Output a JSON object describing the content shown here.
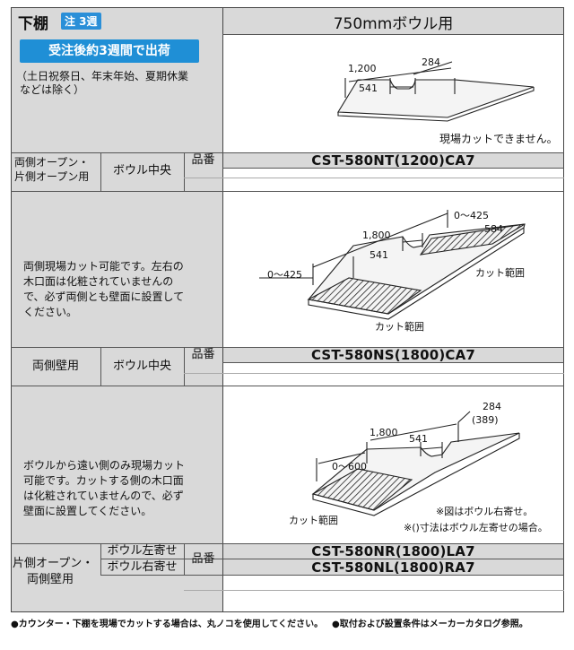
{
  "header": {
    "title": "下棚",
    "badge": "注 3週",
    "column_title": "750mmボウル用"
  },
  "lead_time": {
    "label": "受注後約3週間で出荷",
    "note_lines": [
      "（土日祝祭日、年末年始、夏期休業",
      "などは除く）"
    ]
  },
  "sections": [
    {
      "desc_lines": [],
      "diagram": {
        "dims": [
          "1,200",
          "284",
          "541"
        ],
        "note": "現場カットできません。"
      },
      "row": {
        "type_lines": [
          "両側オープン・",
          "片側オープン用"
        ],
        "position": "ボウル中央",
        "hinban": "品番",
        "code": "CST-580NT(1200)CA7"
      }
    },
    {
      "desc_lines": [
        "両側現場カット可能です。左右の",
        "木口面は化粧されていませんの",
        "で、必ず両側とも壁面に設置して",
        "ください。"
      ],
      "diagram": {
        "dims": [
          "0～425",
          "1,800",
          "584",
          "541",
          "0～425"
        ],
        "labels": [
          "カット範囲",
          "カット範囲"
        ]
      },
      "row": {
        "type_lines": [
          "両側壁用"
        ],
        "position": "ボウル中央",
        "hinban": "品番",
        "code": "CST-580NS(1800)CA7"
      }
    },
    {
      "desc_lines": [
        "ボウルから遠い側のみ現場カット",
        "可能です。カットする側の木口面",
        "は化粧されていませんので、必ず",
        "壁面に設置してください。"
      ],
      "diagram": {
        "dims": [
          "284",
          "(389)",
          "1,800",
          "541",
          "0～600"
        ],
        "labels": [
          "カット範囲"
        ],
        "notes": [
          "※図はボウル右寄せ。",
          "※()寸法はボウル左寄せの場合。"
        ]
      },
      "row": {
        "type_lines": [
          "片側オープン・",
          "両側壁用"
        ],
        "positions": [
          "ボウル左寄せ",
          "ボウル右寄せ"
        ],
        "hinban": "品番",
        "codes": [
          "CST-580NR(1800)LA7",
          "CST-580NL(1800)RA7"
        ]
      }
    }
  ],
  "footer": {
    "left": "●カウンター・下棚を現場でカットする場合は、丸ノコを使用してください。",
    "right": "●取付および設置条件はメーカーカタログ参照。"
  }
}
